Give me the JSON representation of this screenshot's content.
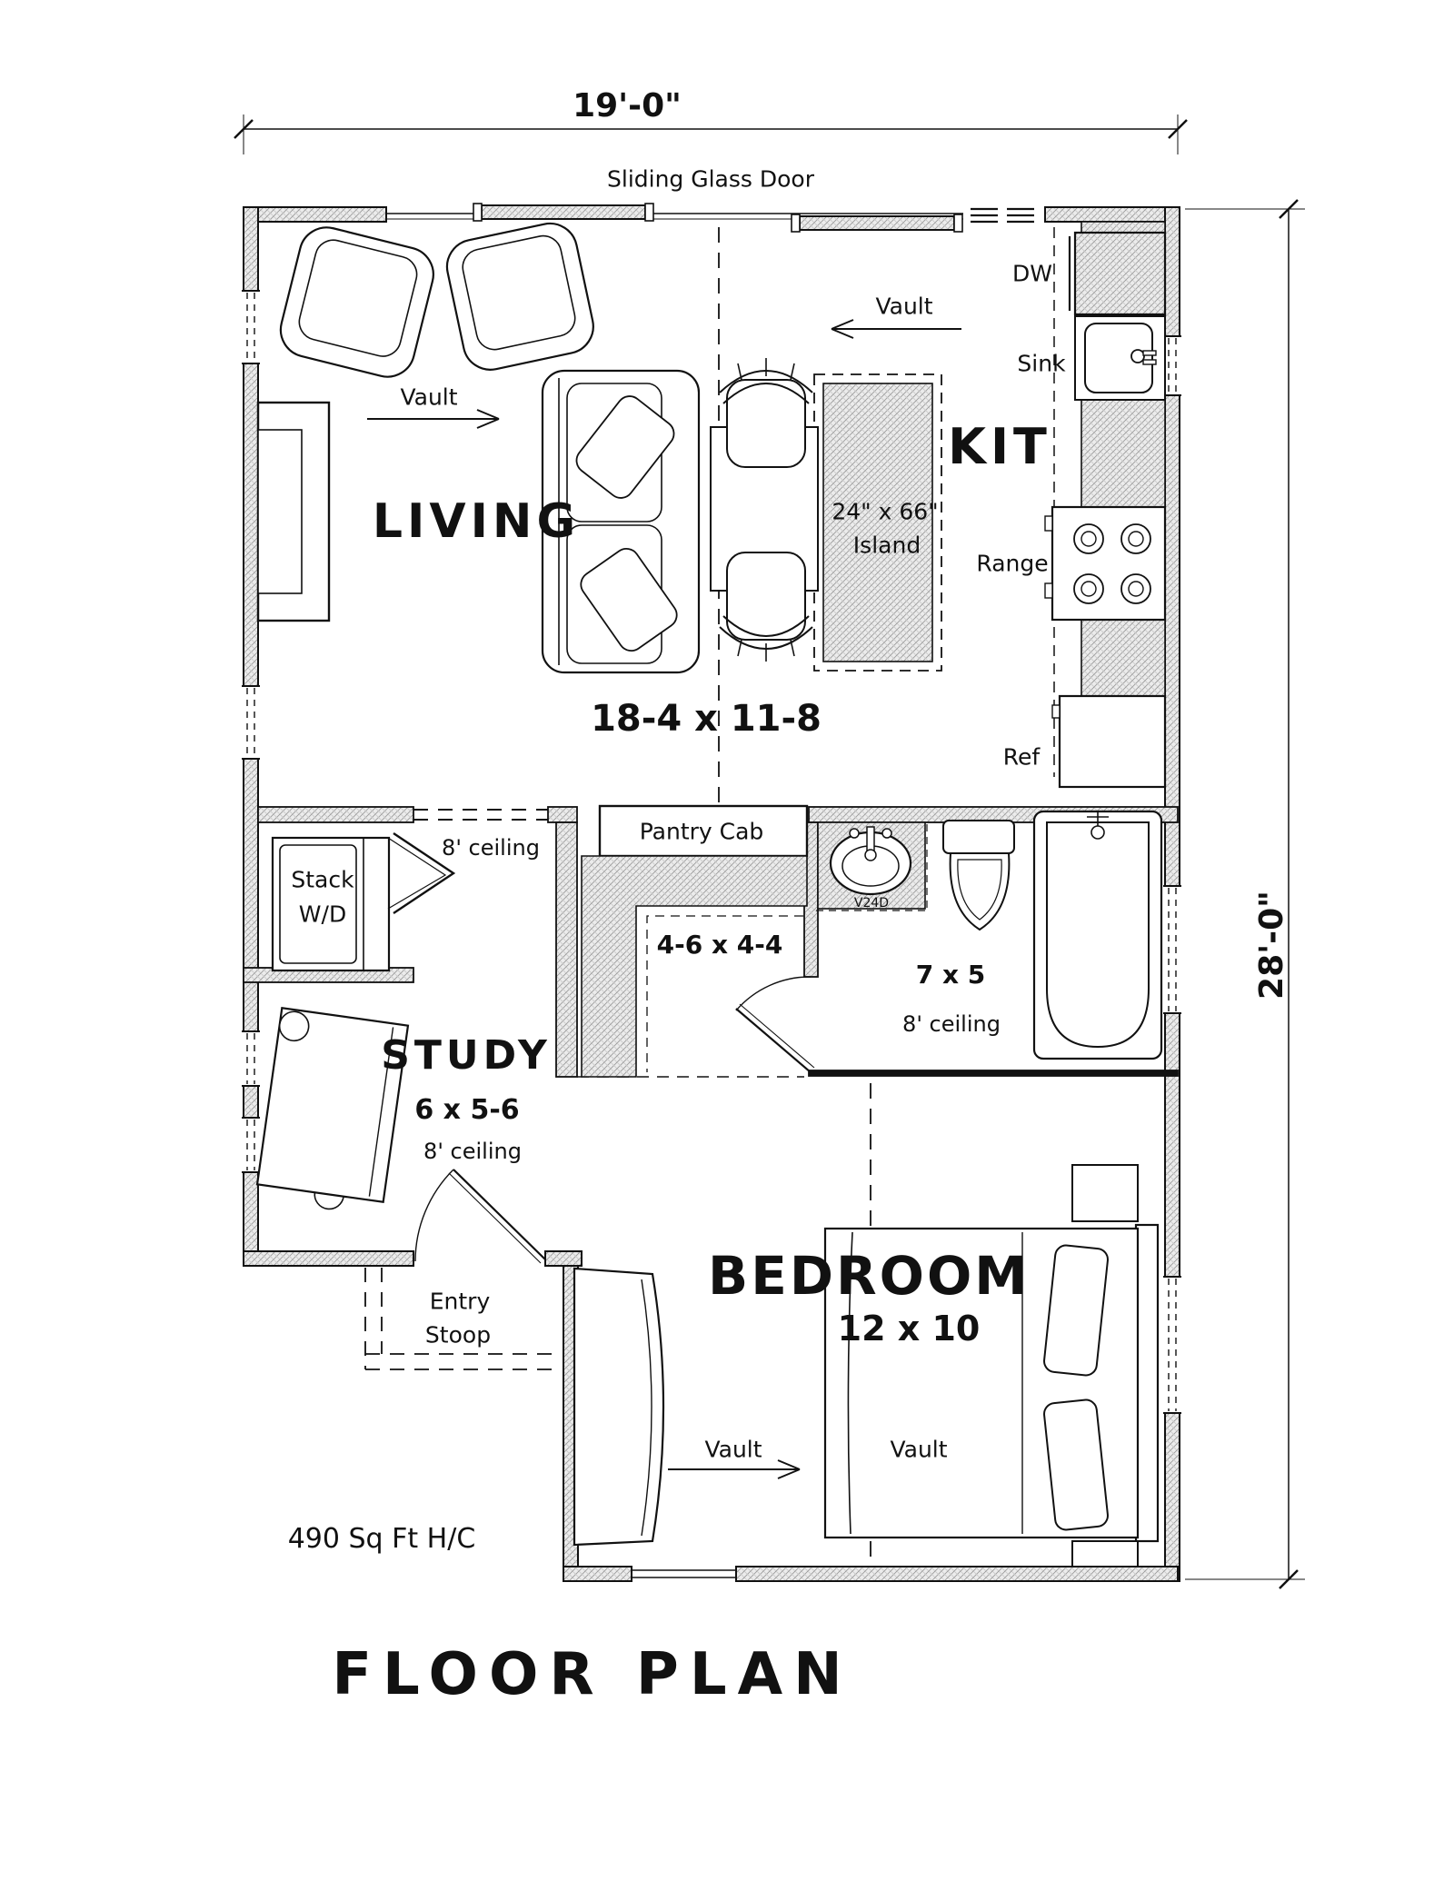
{
  "title": "FLOOR PLAN",
  "area_note": "490 Sq Ft H/C",
  "dimensions": {
    "width": "19'-0\"",
    "height": "28'-0\""
  },
  "doors": {
    "sliding": "Sliding Glass Door"
  },
  "rooms": {
    "living": {
      "name": "LIVING",
      "dims": "18-4 x 11-8",
      "vault": "Vault"
    },
    "kitchen": {
      "name": "KIT",
      "vault": "Vault",
      "island_line1": "24\" x 66\"",
      "island_line2": "Island",
      "dw": "DW",
      "sink": "Sink",
      "range": "Range",
      "ref": "Ref"
    },
    "laundry": {
      "line1": "Stack",
      "line2": "W/D",
      "ceiling": "8' ceiling"
    },
    "pantry": {
      "cab": "Pantry Cab",
      "dims": "4-6 x 4-4"
    },
    "bath": {
      "dims": "7 x 5",
      "ceiling": "8' ceiling",
      "vanity": "V24D"
    },
    "study": {
      "name": "STUDY",
      "dims": "6 x 5-6",
      "ceiling": "8' ceiling"
    },
    "entry": {
      "line1": "Entry",
      "line2": "Stoop"
    },
    "bedroom": {
      "name": "BEDROOM",
      "dims": "12 x 10",
      "vault_left": "Vault",
      "vault_right": "Vault"
    }
  }
}
